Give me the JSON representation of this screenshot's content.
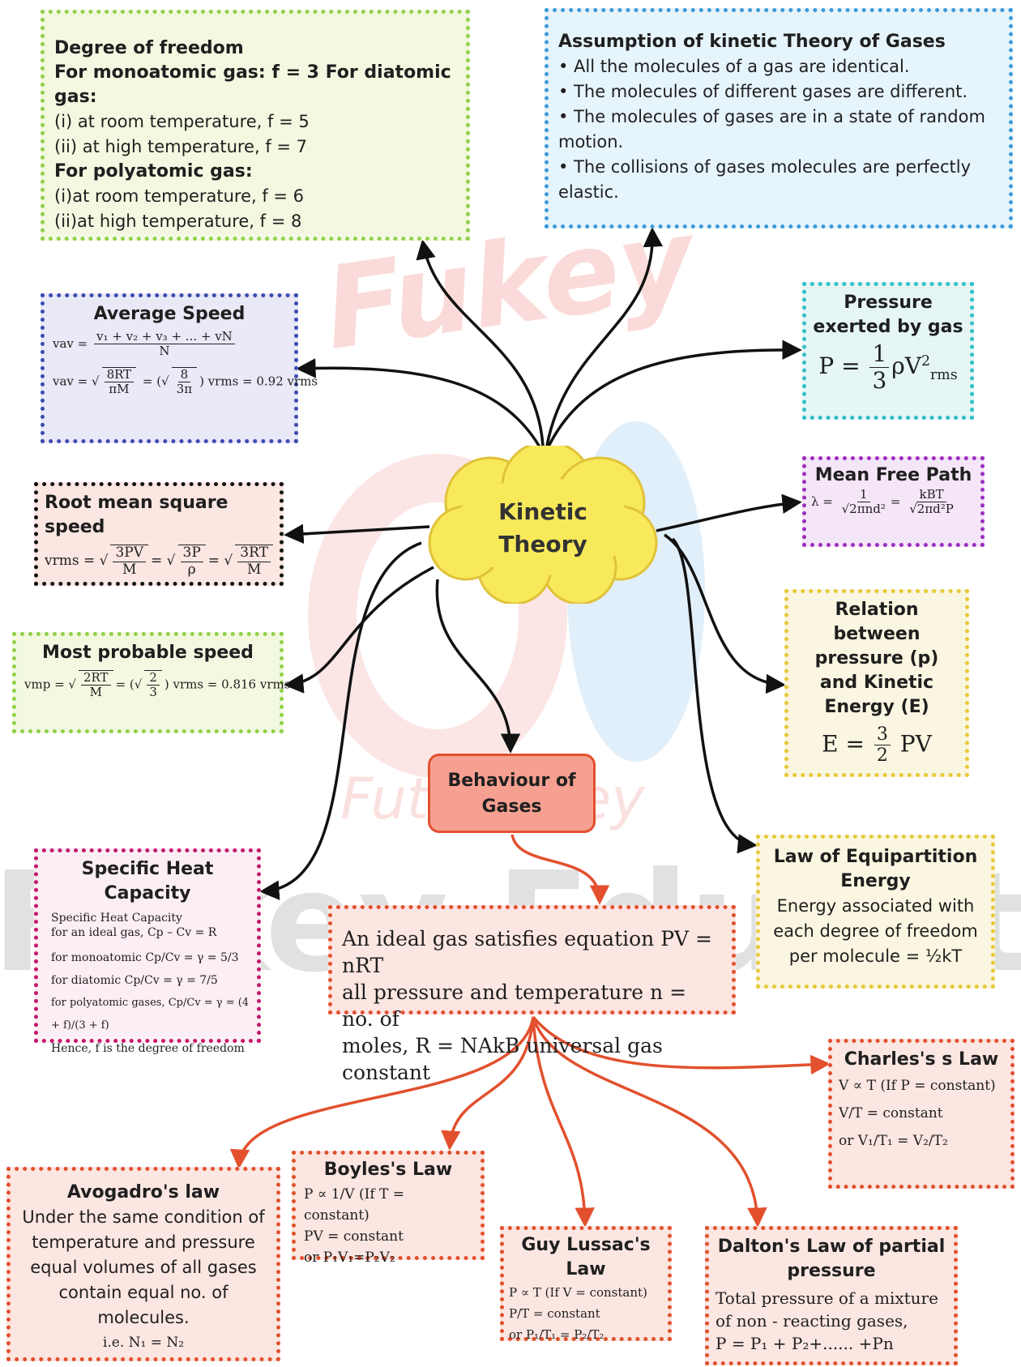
{
  "watermark": {
    "brand": "Fukey",
    "tagline": "Future Key",
    "big": "Fukey Education"
  },
  "center": {
    "line1": "Kinetic",
    "line2": "Theory"
  },
  "behaviour": {
    "line1": "Behaviour of",
    "line2": "Gases"
  },
  "dof": {
    "title": "Degree of freedom",
    "mono": "For monoatomic gas: f = 3 For diatomic gas:",
    "d1": "(i) at room temperature, f = 5",
    "d2": "(ii) at high temperature, f = 7",
    "poly": "For polyatomic gas:",
    "p1": "(i)at room temperature, f = 6",
    "p2": "(ii)at high temperature, f = 8"
  },
  "assumption": {
    "title": "Assumption of kinetic Theory of Gases",
    "i1": "• All the molecules of a gas are identical.",
    "i2": "• The molecules of different gases are different.",
    "i3a": "• The molecules of gases are in a state of random",
    "i3b": "motion.",
    "i4a": "• The collisions of gases molecules are perfectly",
    "i4b": "elastic."
  },
  "avg": {
    "title": "Average Speed",
    "num": "v₁ + v₂ + v₃ + ... + vN",
    "den": "N",
    "lhs": "vav =",
    "f2": "8RT",
    "d2": "πM",
    "f3": "8",
    "d3": "3π",
    "tail": "vrms = 0.92 vrms"
  },
  "pressure": {
    "t1": "Pressure",
    "t2": "exerted by gas",
    "lhs": "P =",
    "n": "1",
    "d": "3",
    "rhs": "ρV",
    "sup": "2",
    "sub": "rms"
  },
  "rms": {
    "title": "Root mean square speed",
    "lhs": "vrms =",
    "a": "3PV",
    "ad": "M",
    "b": "3P",
    "bd": "ρ",
    "c": "3RT",
    "cd": "M"
  },
  "mfp": {
    "title": "Mean Free Path",
    "lhs": "λ =",
    "n1": "1",
    "d1": "√2πnd²",
    "n2": "kBT",
    "d2": "√2πd²P"
  },
  "mps": {
    "title": "Most probable speed",
    "lhs": "vmp =",
    "a": "2RT",
    "ad": "M",
    "b": "2",
    "bd": "3",
    "tail": "vrms = 0.816 vrms"
  },
  "relation": {
    "t1": "Relation between",
    "t2": "pressure (p)",
    "t3": "and Kinetic",
    "t4": "Energy (E)",
    "lhs": "E =",
    "n": "3",
    "d": "2",
    "rhs": "PV"
  },
  "shc": {
    "title": "Specific Heat Capacity",
    "l1": "Specific Heat Capacity",
    "l2": "for an ideal gas, Cp – Cv = R",
    "l3": "for monoatomic Cp/Cv = γ = 5/3",
    "l4": "for diatomic Cp/Cv = γ = 7/5",
    "l5": "for polyatomic gases, Cp/Cv = γ = (4 + f)/(3 + f)",
    "l6": "Hence, f is the degree of freedom"
  },
  "ideal": {
    "l1": "An ideal gas satisfies equation PV = nRT",
    "l2": "all pressure and temperature n = no. of",
    "l3": "moles, R = NAkB universal gas constant"
  },
  "equip": {
    "t1": "Law of Equipartition",
    "t2": "Energy",
    "l1": "Energy associated with",
    "l2": "each degree of freedom",
    "l3": "per molecule = ½kT"
  },
  "charles": {
    "title": "Charles's s Law",
    "l1": "V ∝ T (If P = constant)",
    "l2": "V/T = constant",
    "l3": "or V₁/T₁ = V₂/T₂"
  },
  "avogadro": {
    "title": "Avogadro's law",
    "l1": "Under the same condition of",
    "l2": "temperature and pressure",
    "l3": "equal volumes of all gases",
    "l4": "contain equal no. of",
    "l5": "molecules.",
    "l6": "i.e. N₁ = N₂"
  },
  "boyle": {
    "title": "Boyles's Law",
    "l1": "P ∝ 1/V (If T = constant)",
    "l2": "PV = constant",
    "l3": "or P₁V₁=P₂V₂"
  },
  "guy": {
    "title": "Guy Lussac's Law",
    "l1": "P ∝ T (If V = constant)",
    "l2": "P/T = constant",
    "l3": "or P₁/T₁ = P₂/T₂"
  },
  "dalton": {
    "t1": "Dalton's Law of partial",
    "t2": "pressure",
    "l1": "Total pressure of a mixture",
    "l2": "of non - reacting gases,",
    "l3": "P = P₁ + P₂+...... +Pn"
  },
  "colors": {
    "arrow_black": "#111111",
    "arrow_red": "#e2502e",
    "cloud": "#f8e95a",
    "behaviour_fill": "#f6a091"
  }
}
